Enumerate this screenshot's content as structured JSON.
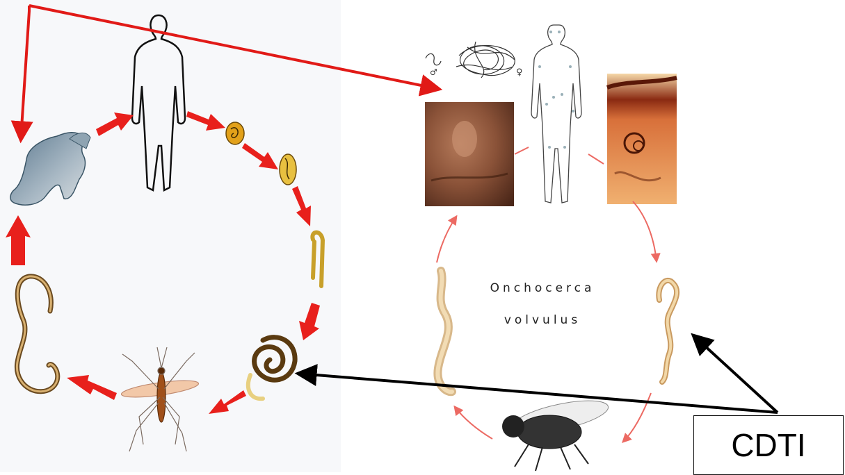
{
  "diagram": {
    "species_label_line1": "Onchocerca",
    "species_label_line2": "volvulus",
    "intervention_label": "CDTI",
    "male_symbol": "♂",
    "female_symbol": "♀"
  },
  "colors": {
    "left_cycle_arrow": "#e8201c",
    "right_cycle_arrow": "#ec6a63",
    "annotation_red": "#e11a17",
    "annotation_black": "#000000",
    "worm_tan": "#e3c08c",
    "worm_dark": "#6a4a20",
    "skin_brown": "#7a4630",
    "tissue_orange": "#e0954a"
  },
  "icons": [
    "human-outline-icon",
    "swollen-leg-icon",
    "microfilaria-icon",
    "mosquito-icon",
    "blackfly-icon",
    "adult-worm-tangle-icon",
    "skin-nodule-photo",
    "skin-histology-photo"
  ]
}
